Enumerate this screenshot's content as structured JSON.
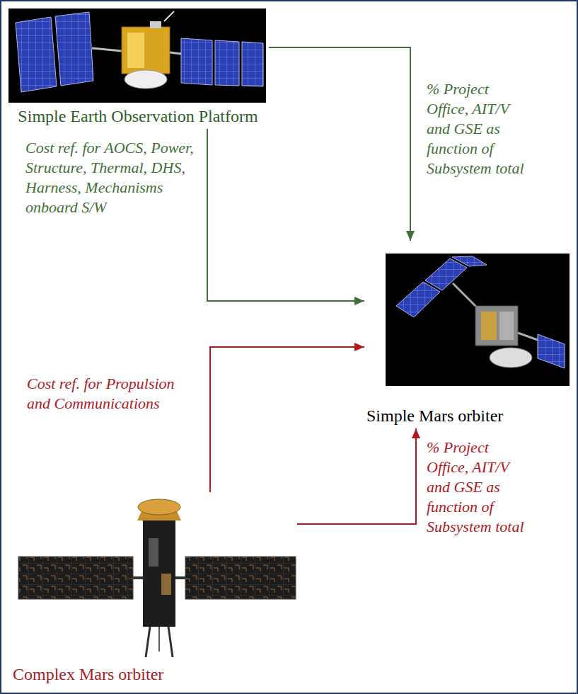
{
  "diagram": {
    "nodes": [
      {
        "text": [
          "Simple Earth Observation Platform"
        ]
      },
      {
        "text": [
          "Simple Mars orbiter"
        ]
      },
      {
        "text": [
          "Complex Mars orbiter"
        ]
      }
    ],
    "edges": [
      {
        "from": 0,
        "to": 1,
        "arrow": "to",
        "label": "% Project Office, AIT/V and GSE as function of Subsystem total"
      },
      {
        "from": 0,
        "to": 1,
        "arrow": "to",
        "label": "Cost ref. for AOCS, Power, Structure, Thermal, DHS, Harness, Mechanisms onboard S/W"
      },
      {
        "from": 2,
        "to": 1,
        "arrow": "to",
        "label": "Cost ref. for Propulsion and Communications"
      },
      {
        "from": 2,
        "to": 1,
        "arrow": "to",
        "label": "% Project Office, AIT/V and GSE as function of Subsystem total"
      }
    ]
  }
}
